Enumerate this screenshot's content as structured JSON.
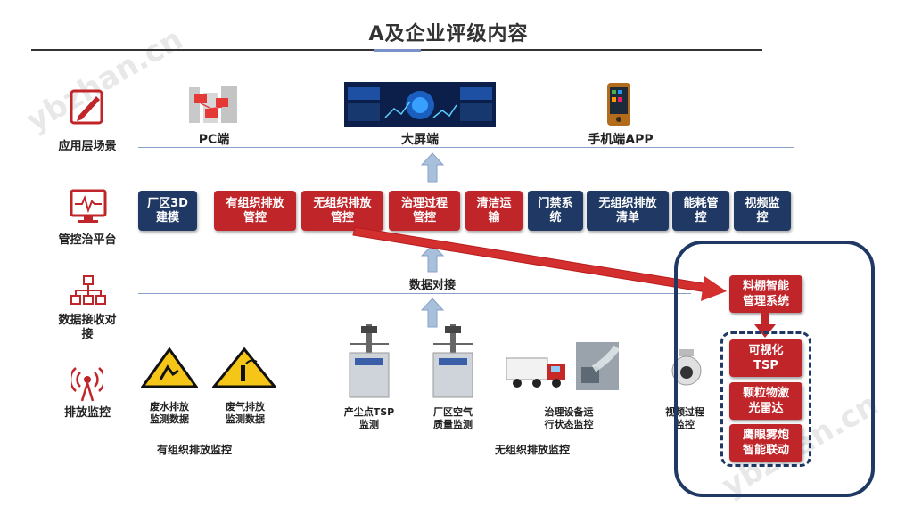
{
  "title": "A及企业评级内容",
  "layers": {
    "application": "应用层场景",
    "platform": "管控治平台",
    "data": "数据接收对\n接",
    "monitor": "排放监控"
  },
  "terminals": {
    "pc": "PC端",
    "bigscreen": "大屏端",
    "mobile": "手机端APP"
  },
  "platform_modules": [
    {
      "label": "厂区3D\n建模",
      "color": "navy"
    },
    {
      "label": "有组织排放\n管控",
      "color": "red"
    },
    {
      "label": "无组织排放\n管控",
      "color": "red"
    },
    {
      "label": "治理过程\n管控",
      "color": "red"
    },
    {
      "label": "清洁运\n输",
      "color": "red"
    },
    {
      "label": "门禁系\n统",
      "color": "navy"
    },
    {
      "label": "无组织排放\n清单",
      "color": "navy"
    },
    {
      "label": "能耗管\n控",
      "color": "navy"
    },
    {
      "label": "视频监\n控",
      "color": "navy"
    }
  ],
  "data_link": "数据对接",
  "devices": {
    "wastewater": "废水排放\n监测数据",
    "wastegas": "废气排放\n监测数据",
    "tsp": "产尘点TSP\n监测",
    "air_quality": "厂区空气\n质量监测",
    "treatment": "治理设备运\n行状态监控",
    "video": "视频过程\n监控"
  },
  "groups": {
    "organized": "有组织排放监控",
    "unorganized": "无组织排放监控"
  },
  "panel": {
    "top": "料棚智能\n管理系统",
    "items": [
      "可视化\nTSP",
      "颗粒物激\n光雷达",
      "鹰眼雾炮\n智能联动"
    ]
  },
  "watermark": "ybzhan.cn",
  "colors": {
    "navy": "#1f3864",
    "red": "#c0252a",
    "arrow": "#a8c0dc"
  }
}
